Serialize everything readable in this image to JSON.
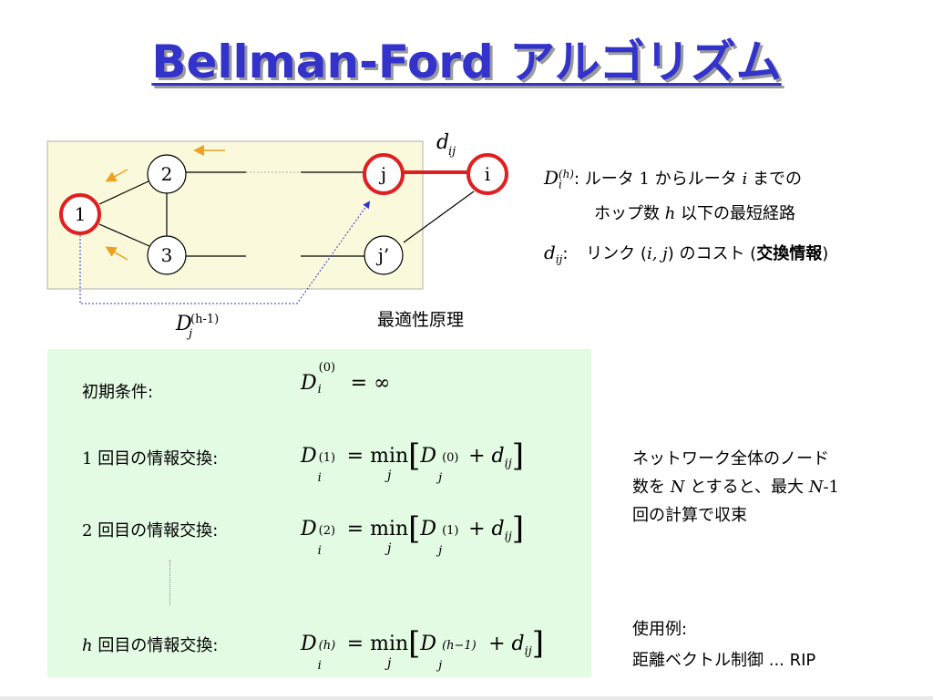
{
  "title": "Bellman-Ford アルゴリズム",
  "diagram": {
    "nodes": [
      {
        "id": "node-1",
        "label": "1",
        "highlight": true
      },
      {
        "id": "node-2",
        "label": "2",
        "highlight": false
      },
      {
        "id": "node-3",
        "label": "3",
        "highlight": false
      },
      {
        "id": "node-j",
        "label": "j",
        "highlight": true
      },
      {
        "id": "node-i",
        "label": "i",
        "highlight": true
      },
      {
        "id": "node-jprime",
        "label": "j’",
        "highlight": false
      }
    ],
    "edge_label_dij": {
      "base": "d",
      "sub": "ij"
    },
    "label_Dj": {
      "base": "D",
      "sub": "j",
      "sup": "(h-1)"
    },
    "optimality_principle": "最適性原理",
    "colors": {
      "highlight": "#e02020",
      "arrow": "#f0a020",
      "region": "#fbf9dc",
      "dotted": "#3333cc"
    }
  },
  "legend": {
    "Di_def": {
      "sym": "D",
      "sub": "i",
      "sup": "(h)",
      "colon": ":",
      "text1": "ルータ",
      "n1": "1",
      "text2": "からルータ",
      "var": "i",
      "text3": "までの"
    },
    "Di_def_line2": {
      "text1": "ホップ数",
      "var": "h",
      "text2": "以下の最短経路"
    },
    "dij_def": {
      "sym": "d",
      "sub": "ij",
      "colon": ":",
      "text1": "リンク (",
      "var": "i, j",
      "text2": ") のコスト (",
      "bold": "交換情報",
      "text3": ")"
    }
  },
  "formulas": {
    "initial_label": "初期条件",
    "initial_colon": ":",
    "initial_rhs": "= ∞",
    "initial_sup": "(0)",
    "step1_num": "1",
    "step_text": "回目の情報交換",
    "step_colon": ":",
    "step2_num": "2",
    "steph_num": "h",
    "eq": "=",
    "min": "min",
    "sub_min": "j",
    "sup1_lhs": "(1)",
    "sup1_rhs": "(0)",
    "sup2_lhs": "(2)",
    "sup2_rhs": "(1)",
    "suph_lhs": "(h)",
    "suph_rhs": "(h−1)",
    "D": "D",
    "d": "d",
    "i": "i",
    "j": "j",
    "ij": "ij",
    "plus": "+"
  },
  "note": {
    "line1": "ネットワーク全体のノード",
    "line2_a": "数を",
    "line2_var": "N",
    "line2_b": "とすると、最大",
    "line2_var2": "N",
    "line2_c": "-1",
    "line3": "回の計算で収束"
  },
  "example": {
    "label": "使用例",
    "colon": ":",
    "text": "距離ベクトル制御 ... RIP"
  }
}
